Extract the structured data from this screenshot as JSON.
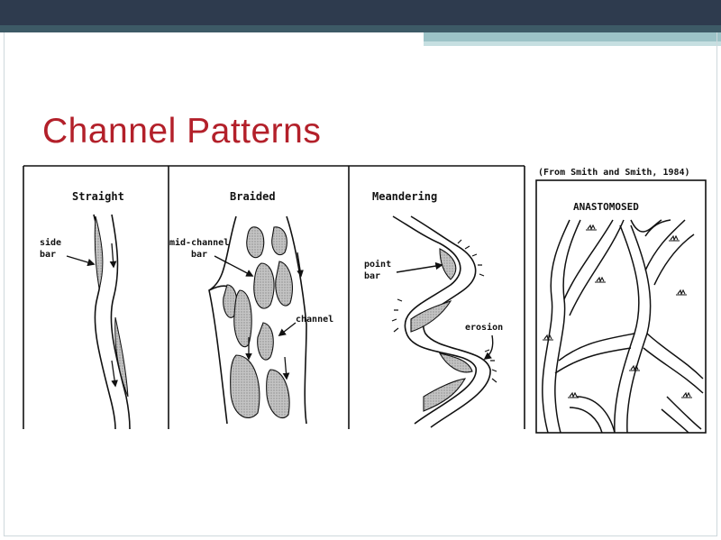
{
  "slide": {
    "title": "Channel Patterns"
  },
  "figure": {
    "source_note": "(From Smith and Smith, 1984)",
    "panels": [
      {
        "name": "Straight",
        "labels": [
          "side",
          "bar"
        ]
      },
      {
        "name": "Braided",
        "labels": [
          "mid-channel",
          "bar",
          "channel"
        ]
      },
      {
        "name": "Meandering",
        "labels": [
          "point",
          "bar",
          "erosion"
        ]
      },
      {
        "name": "ANASTOMOSED",
        "labels": []
      }
    ]
  },
  "colors": {
    "title": "#b3202a",
    "header_bar": "#2e3b4e",
    "accent": "#9cc3c7",
    "bar_fill": "#b5b5b5"
  }
}
